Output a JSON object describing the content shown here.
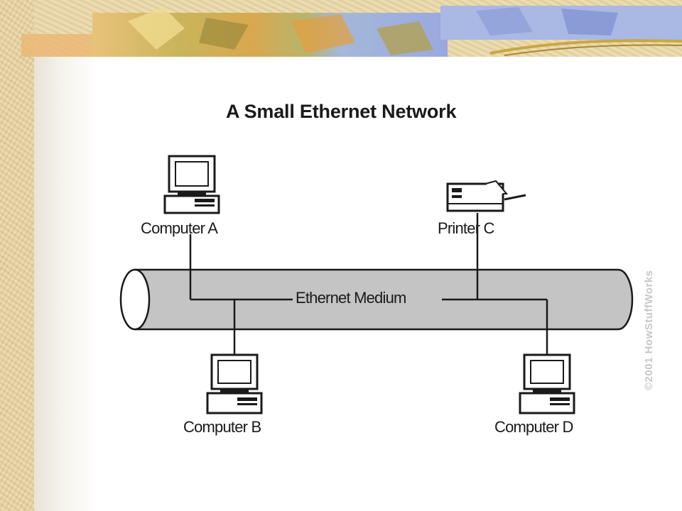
{
  "diagram": {
    "title": "A Small Ethernet Network",
    "medium_label": "Ethernet Medium",
    "nodes": {
      "computer_a": "Computer A",
      "printer_c": "Printer C",
      "computer_b": "Computer B",
      "computer_d": "Computer D"
    },
    "copyright": "©2001 HowStuffWorks"
  },
  "colors": {
    "cable_fill": "#c4c4c4",
    "line": "#1a1a1a",
    "background_parchment": "#ead9ae"
  }
}
